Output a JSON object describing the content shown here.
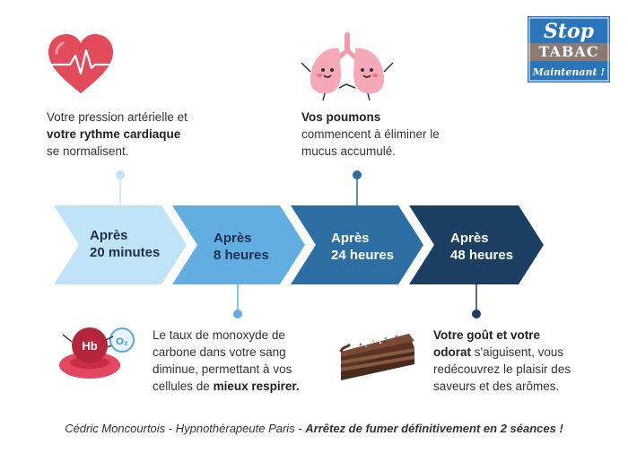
{
  "logo": {
    "line1": "Stop",
    "line2": "TABAC",
    "line3": "Maintenant !"
  },
  "steps": [
    {
      "line1": "Après",
      "line2": "20 minutes",
      "color": "#bfe3f7"
    },
    {
      "line1": "Après",
      "line2": "8 heures",
      "color": "#62aee3"
    },
    {
      "line1": "Après",
      "line2": "24 heures",
      "color": "#2c6ea3"
    },
    {
      "line1": "Après",
      "line2": "48 heures",
      "color": "#1a3f62"
    }
  ],
  "info": {
    "heart": {
      "p1": "Votre pression artérielle et",
      "b1": "votre rythme cardiaque",
      "p2": "se normalisent."
    },
    "lungs": {
      "b1": "Vos poumons",
      "p1": "commencent à éliminer le",
      "p2": "mucus accumulé."
    },
    "blood": {
      "p1": "Le taux de monoxyde de",
      "p2": "carbone dans votre sang",
      "p3": "diminue, permettant à vos",
      "p4": "cellules de",
      "b1": "mieux respirer."
    },
    "taste": {
      "b1": "Votre goût et votre",
      "b2": "odorat",
      "p1": "s'aiguisent, vous",
      "p2": "redécouvrez le plaisir des",
      "p3": "saveurs et des arômes."
    }
  },
  "icons": {
    "hb": "Hb",
    "o2": "O₂"
  },
  "footer": {
    "text": "Cédric Moncourtois - Hypnothérapeute Paris - ",
    "bold": "Arrêtez de fumer définitivement en 2 séances !"
  }
}
